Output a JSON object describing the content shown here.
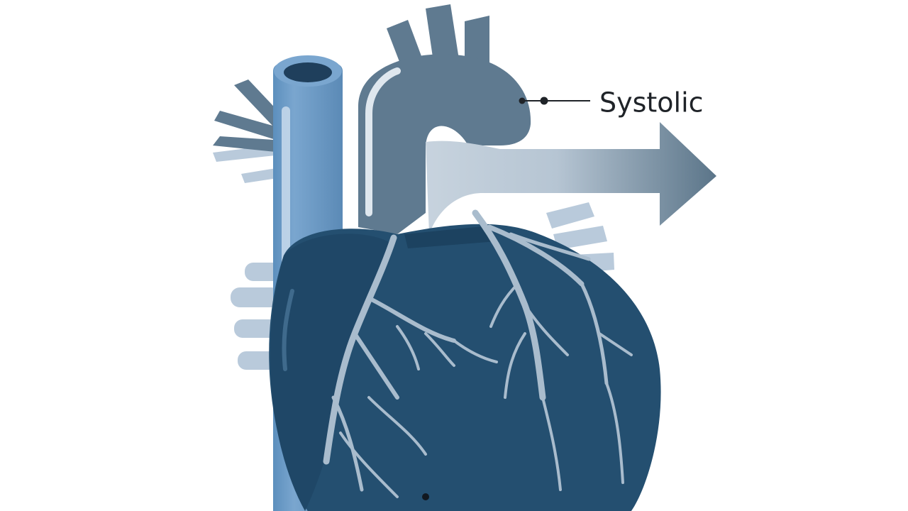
{
  "labels": {
    "systolic": "Systolic"
  },
  "colors": {
    "background": "#ffffff",
    "heart_body": "#244f70",
    "heart_shade": "#1d4361",
    "aorta": "#5f7a90",
    "vena_cava": "#6a9ac6",
    "vessels_pale": "#b8cada",
    "coronary": "#a9bccd",
    "arrow_dark": "#637c92",
    "label_line": "#1f2328"
  },
  "icons": {
    "arrow": "flow-arrow-right",
    "marker": "dot-marker"
  }
}
